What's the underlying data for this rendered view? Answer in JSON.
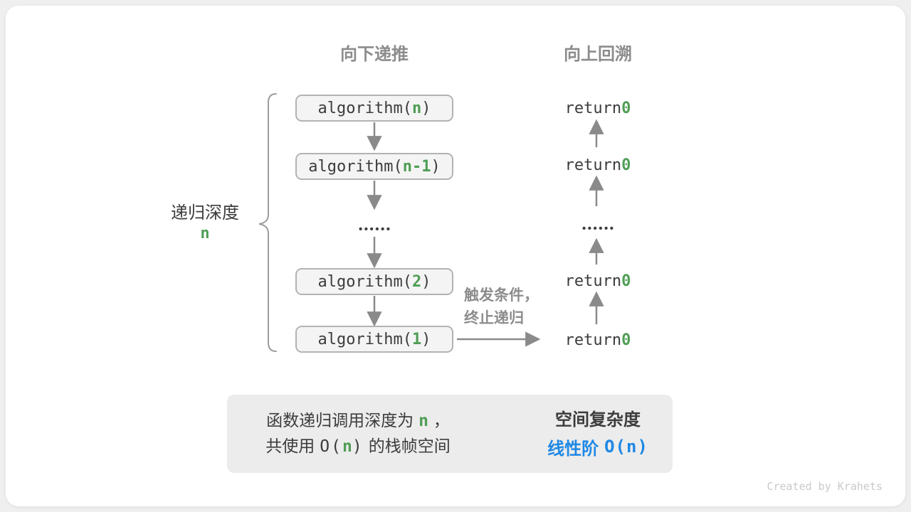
{
  "headers": {
    "downward": "向下递推",
    "upward": "向上回溯"
  },
  "depth": {
    "label": "递归深度",
    "value": "n"
  },
  "calls": [
    {
      "pre": "algorithm(",
      "arg": "n",
      "post": ")"
    },
    {
      "pre": "algorithm(",
      "arg": "n-1",
      "post": ")"
    },
    {
      "pre": "algorithm(",
      "arg": "2",
      "post": ")"
    },
    {
      "pre": "algorithm(",
      "arg": "1",
      "post": ")"
    }
  ],
  "returns": [
    {
      "pre": "return ",
      "val": "0"
    },
    {
      "pre": "return ",
      "val": "0"
    },
    {
      "pre": "return ",
      "val": "0"
    },
    {
      "pre": "return ",
      "val": "0"
    }
  ],
  "ellipsis": "••••••",
  "annotation": {
    "line1": "触发条件，",
    "line2": "终止递归"
  },
  "summary": {
    "line1": {
      "pre": "函数递归调用深度为",
      "var": "n",
      "post": "，"
    },
    "line2": {
      "pre": "共使用",
      "code_open": "O(",
      "var": "n",
      "code_close": ")",
      "post": "的栈帧空间"
    },
    "title": "空间复杂度",
    "result": {
      "pre": "线性阶",
      "code": "O(n)"
    }
  },
  "watermark": "Created by Krahets",
  "colors": {
    "green": "#4f9e55",
    "blue": "#1e88e5",
    "dark_text": "#3c3c3c",
    "gray_text": "#8c8c8c",
    "arrow_gray": "#8a8a8a",
    "box_fill": "#f4f4f4",
    "box_border": "#b3b3b3",
    "panel_fill": "#ececec",
    "watermark_gray": "#c9c9c9"
  }
}
